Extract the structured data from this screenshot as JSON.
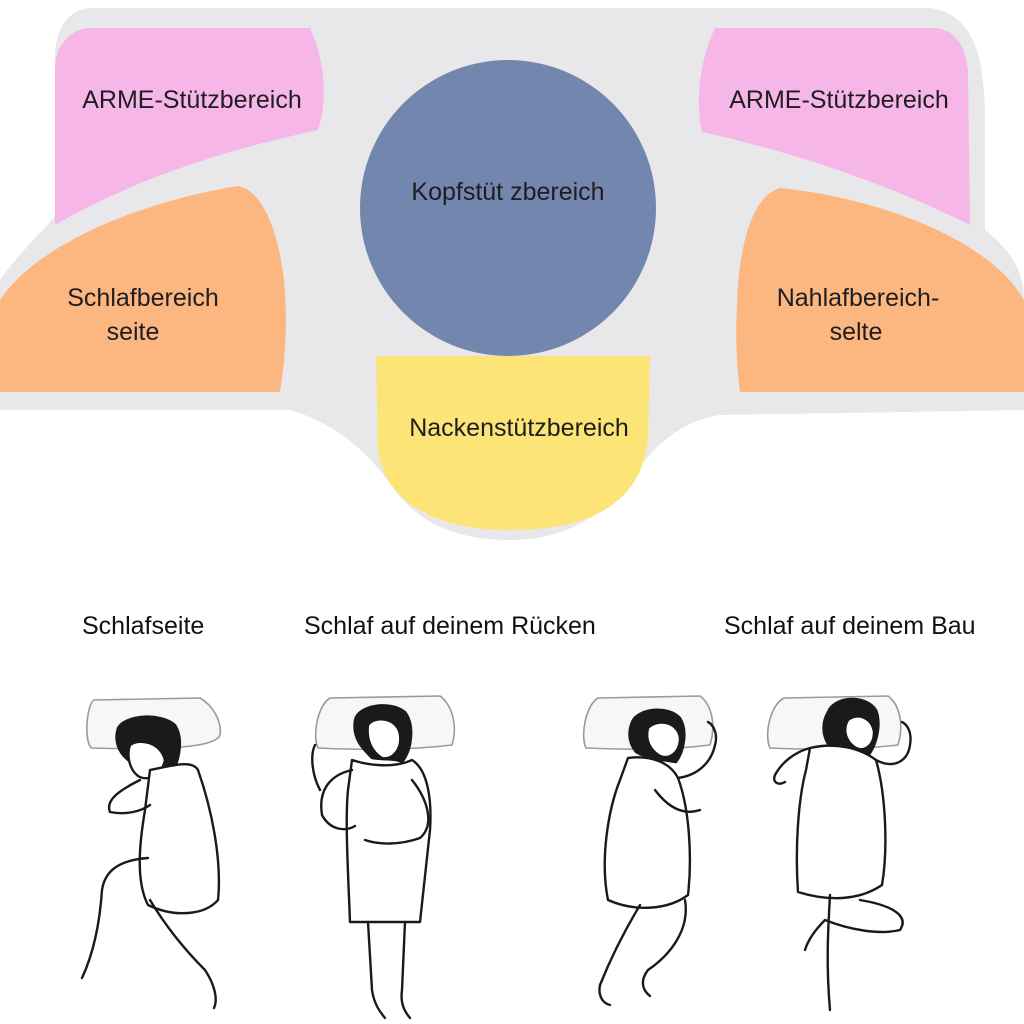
{
  "diagram": {
    "zones": {
      "arm_left": "ARME-Stützbereich",
      "arm_right": "ARME-Stützbereich",
      "head": "Kopfstüt zbereich",
      "side_left": [
        "Schlafbereich",
        "seite"
      ],
      "side_right": [
        "Nahlafbereich-",
        "selte"
      ],
      "neck": "Nackenstützbereich"
    },
    "colors": {
      "pillow": "#e8e8ea",
      "arm": "#f7b6e8",
      "side": "#fbb77f",
      "head": "#7386ad",
      "neck": "#fde476",
      "line": "#1a1a1a"
    }
  },
  "positions": {
    "side": "Schlafseite",
    "back": "Schlaf auf deinem Rücken",
    "belly": "Schlaf auf deinem Bau"
  }
}
